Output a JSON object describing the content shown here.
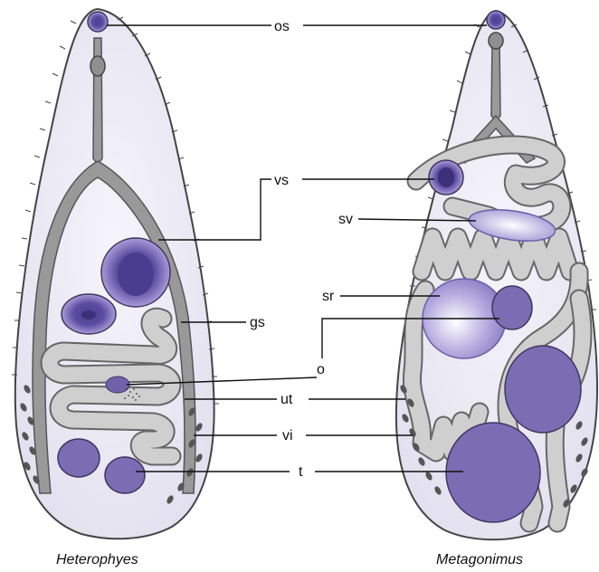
{
  "labels": {
    "os": "os",
    "vs": "vs",
    "sv": "sv",
    "sr": "sr",
    "gs": "gs",
    "o": "o",
    "ut": "ut",
    "vi": "vi",
    "t": "t"
  },
  "captions": {
    "left": "Heterophyes",
    "right": "Metagonimus"
  },
  "colors": {
    "tegument": "#ecebf6",
    "organ": "#7a6db4",
    "organ_dark": "#4a3c8f",
    "caecum": "#9a9a9a",
    "uterus": "#cfcfcf",
    "vitellaria": "#555555"
  }
}
